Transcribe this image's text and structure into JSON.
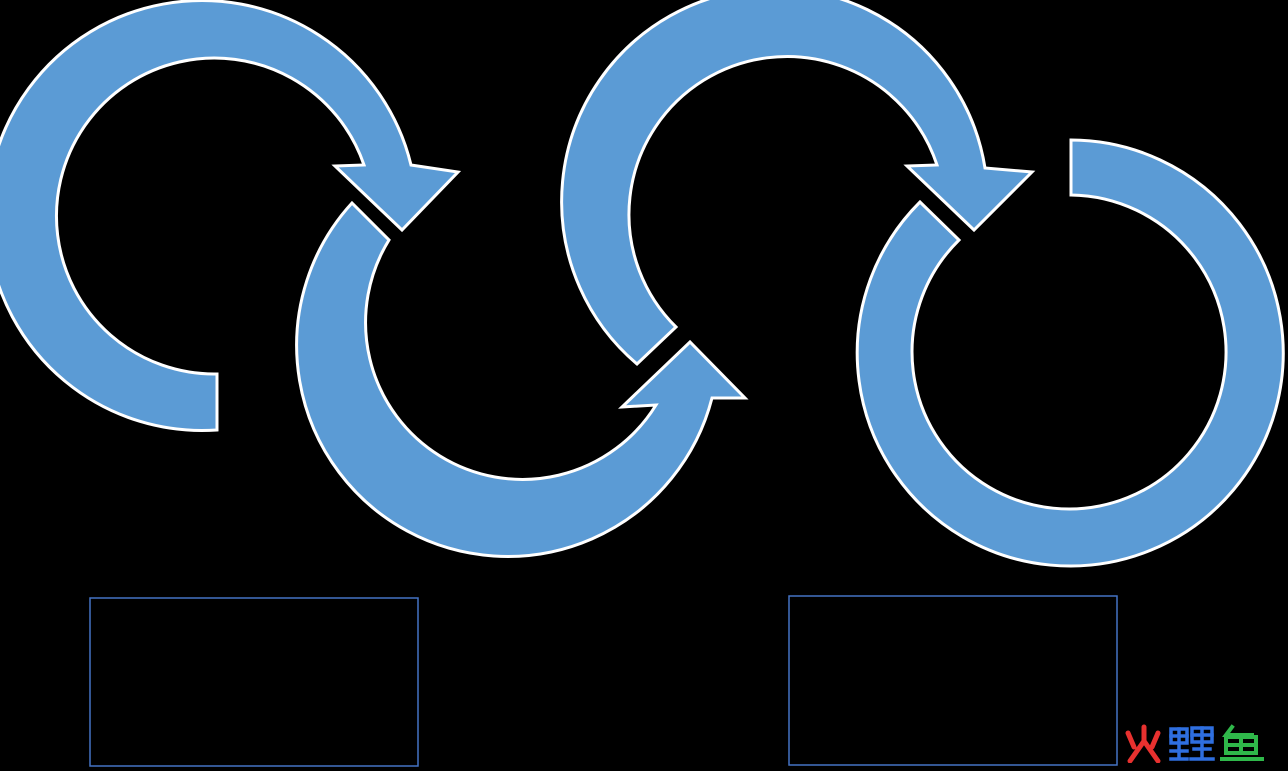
{
  "diagram": {
    "arrow_color": "#5b9bd5",
    "arrow_outline": "#ffffff",
    "box_outline": "#4472c4",
    "background": "#000000",
    "arrows": [
      {
        "name": "arrow-loop-1",
        "direction": "clockwise"
      },
      {
        "name": "arrow-loop-2",
        "direction": "counter-clockwise"
      },
      {
        "name": "arrow-loop-3",
        "direction": "clockwise"
      },
      {
        "name": "arrow-loop-4",
        "direction": "clockwise"
      }
    ],
    "boxes": [
      {
        "name": "text-box-left",
        "text": ""
      },
      {
        "name": "text-box-right",
        "text": ""
      }
    ]
  },
  "watermark": {
    "logo": "huoliyu-logo",
    "colors": [
      "#e8312f",
      "#2f6fe0",
      "#2fb84a"
    ]
  }
}
